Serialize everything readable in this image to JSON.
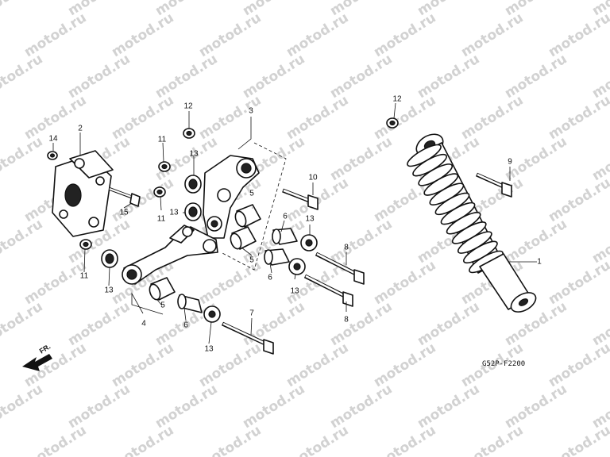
{
  "watermark": {
    "text": "motod.ru"
  },
  "diagram_code": "G52P-F2200",
  "front_marker": {
    "label": "FR."
  },
  "callouts": [
    "1",
    "2",
    "3",
    "4",
    "5",
    "6",
    "7",
    "8",
    "9",
    "10",
    "11",
    "12",
    "13",
    "14",
    "15"
  ],
  "colors": {
    "line": "#111111",
    "watermark": "#d2d2d2",
    "background": "#ffffff"
  }
}
